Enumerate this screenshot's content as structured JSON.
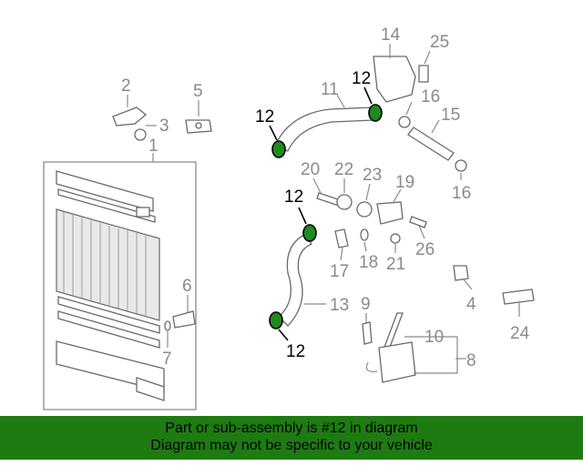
{
  "callouts": {
    "c1": "1",
    "c2": "2",
    "c3": "3",
    "c4": "4",
    "c5": "5",
    "c6": "6",
    "c7": "7",
    "c8": "8",
    "c9": "9",
    "c10": "10",
    "c11": "11",
    "c12a": "12",
    "c12b": "12",
    "c12c": "12",
    "c12d": "12",
    "c13": "13",
    "c14": "14",
    "c15": "15",
    "c16a": "16",
    "c16b": "16",
    "c17": "17",
    "c18": "18",
    "c19": "19",
    "c20": "20",
    "c21": "21",
    "c22": "22",
    "c23": "23",
    "c24": "24",
    "c25": "25",
    "c26": "26"
  },
  "highlight": {
    "color": "#1f8a1f",
    "part": "12"
  },
  "banner": {
    "line1": "Part or sub-assembly is #12 in diagram",
    "line2": "Diagram may not be specific to your vehicle",
    "color": "#1e7b12"
  }
}
